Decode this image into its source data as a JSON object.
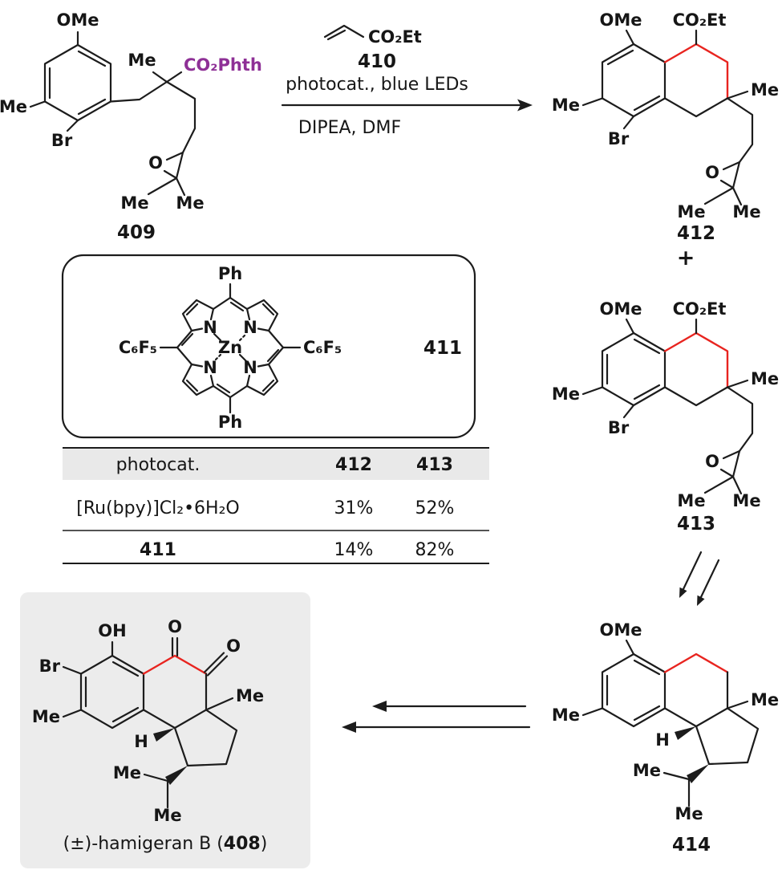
{
  "colors": {
    "bond": "#1c1c1c",
    "new_bond": "#e8241f",
    "ester_purple": "#8e3096",
    "table_header_bg": "#e9e9e9",
    "product_box_bg": "#ececec"
  },
  "atoms": {
    "ome": "OMe",
    "me": "Me",
    "br": "Br",
    "o": "O",
    "oh": "OH",
    "h": "H",
    "n": "N",
    "zn": "Zn",
    "ph": "Ph",
    "c6f5": "C₆F₅"
  },
  "groups": {
    "co2et": "CO₂Et",
    "co2phth": "CO₂Phth"
  },
  "compound_numbers": {
    "n408": "408",
    "n409": "409",
    "n410": "410",
    "n411": "411",
    "n412": "412",
    "n413": "413",
    "n414": "414"
  },
  "conditions": {
    "line1": "photocat., blue LEDs",
    "line2": "DIPEA, DMF"
  },
  "plus_sign": "+",
  "caption": {
    "prefix": "(±)-hamigeran B (",
    "number": "408",
    "suffix": ")"
  },
  "table": {
    "headers": [
      "photocat.",
      "412",
      "413"
    ],
    "rows": [
      {
        "photocat": "[Ru(bpy)]Cl₂•6H₂O",
        "y412": "31%",
        "y413": "52%"
      },
      {
        "photocat": "411",
        "y412": "14%",
        "y413": "82%"
      }
    ]
  }
}
